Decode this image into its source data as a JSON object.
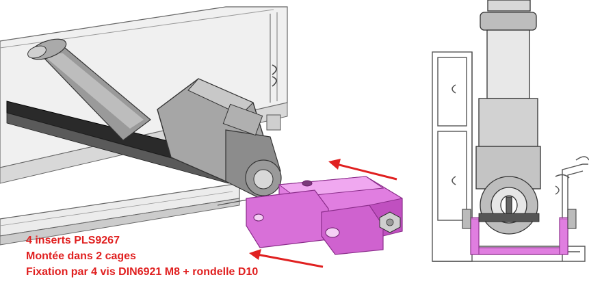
{
  "annotation": {
    "line1": "4 inserts PLS9267",
    "line2": "Montée dans 2 cages",
    "line3": "Fixation par 4 vis DIN6921 M8 + rondelle D10"
  },
  "colors": {
    "annotation_text": "#e02020",
    "arrow": "#e02020",
    "bracket": "#e07ee0",
    "bracket_outline": "#8a2c8a",
    "metal_outline": "#555555",
    "metal_fill": "#e4e4e4"
  }
}
